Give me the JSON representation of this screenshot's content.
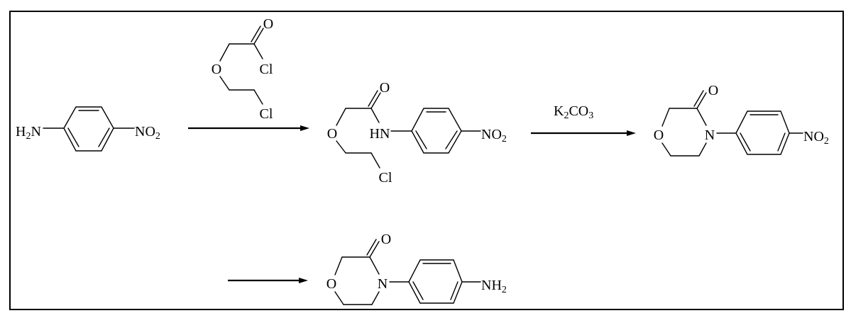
{
  "scheme": {
    "start_material": {
      "amine": {
        "a": "H",
        "sub": "2",
        "b": "N"
      },
      "nitro": {
        "a": "NO",
        "sub": "2"
      }
    },
    "reagent_1": {
      "carbonyl_o": "O",
      "acyl_cl": "Cl",
      "ether_o": "O",
      "alkyl_cl": "Cl"
    },
    "intermediate": {
      "carbonyl_o": "O",
      "amide_nh": "HN",
      "ether_o": "O",
      "alkyl_cl": "Cl",
      "nitro": {
        "a": "NO",
        "sub": "2"
      }
    },
    "reagent_2": {
      "a": "K",
      "sub1": "2",
      "b": "CO",
      "sub2": "3"
    },
    "nitro_product": {
      "carbonyl_o": "O",
      "ring_o": "O",
      "ring_n": "N",
      "nitro": {
        "a": "NO",
        "sub": "2"
      }
    },
    "final_product": {
      "carbonyl_o": "O",
      "ring_o": "O",
      "ring_n": "N",
      "amine": {
        "a": "NH",
        "sub": "2"
      }
    }
  }
}
